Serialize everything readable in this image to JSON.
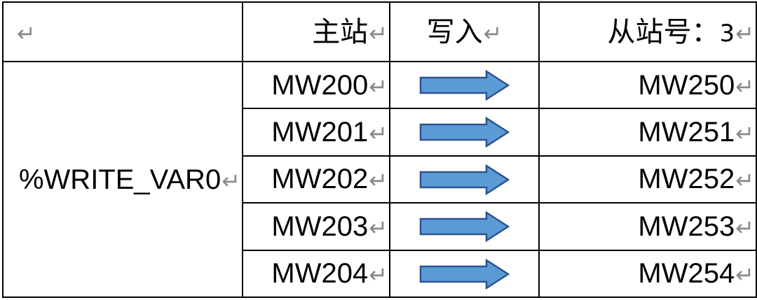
{
  "paragraph_mark": "↵",
  "header": {
    "col1": "",
    "col2": "主站",
    "col3": "写入",
    "col4_prefix": "从站号：",
    "col4_number": "3"
  },
  "variable": "%WRITE_VAR0",
  "rows": [
    {
      "master": "MW200",
      "slave": "MW250"
    },
    {
      "master": "MW201",
      "slave": "MW251"
    },
    {
      "master": "MW202",
      "slave": "MW252"
    },
    {
      "master": "MW203",
      "slave": "MW253"
    },
    {
      "master": "MW204",
      "slave": "MW254"
    }
  ],
  "colors": {
    "arrow_fill": "#5b9bd5",
    "arrow_stroke": "#2f528f"
  }
}
